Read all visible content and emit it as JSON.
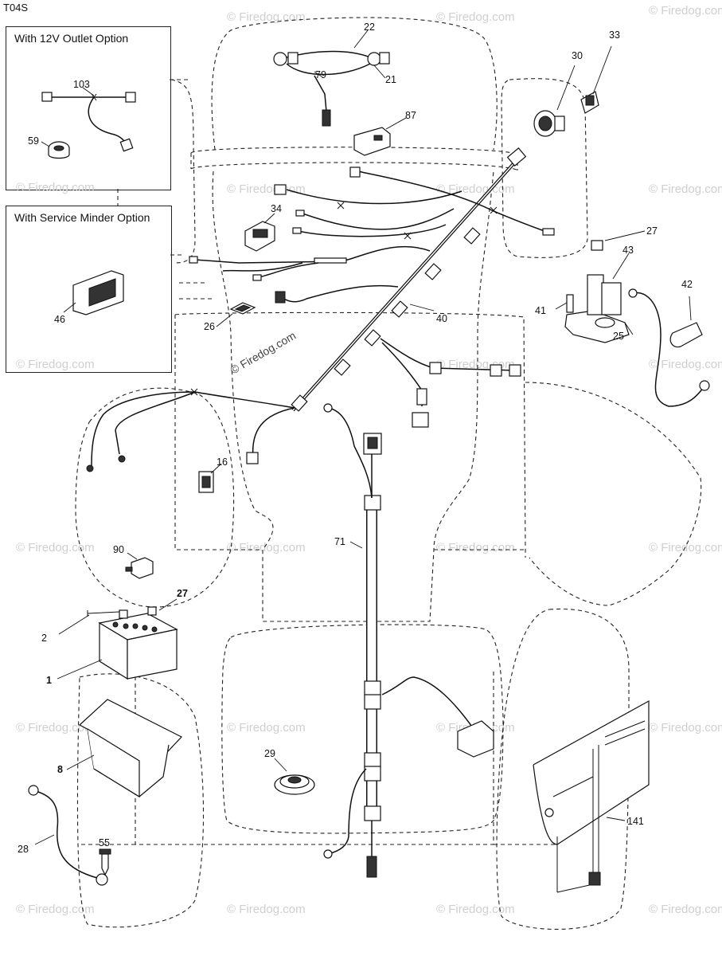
{
  "diagram_code": "T04S",
  "boxes": {
    "outlet_option": "With 12V Outlet Option",
    "minder_option": "With Service Minder Option"
  },
  "callouts": {
    "c22": "22",
    "c79": "79",
    "c21": "21",
    "c87": "87",
    "c33": "33",
    "c30": "30",
    "c103": "103",
    "c59": "59",
    "c46": "46",
    "c34": "34",
    "c26": "26",
    "c40": "40",
    "c27a": "27",
    "c43": "43",
    "c42": "42",
    "c41": "41",
    "c25": "25",
    "c16": "16",
    "c90": "90",
    "c71": "71",
    "c27b": "27",
    "c2": "2",
    "c1": "1",
    "c8": "8",
    "c29": "29",
    "c28": "28",
    "c55": "55",
    "c141": "141"
  },
  "watermark": "© Firedog.com"
}
